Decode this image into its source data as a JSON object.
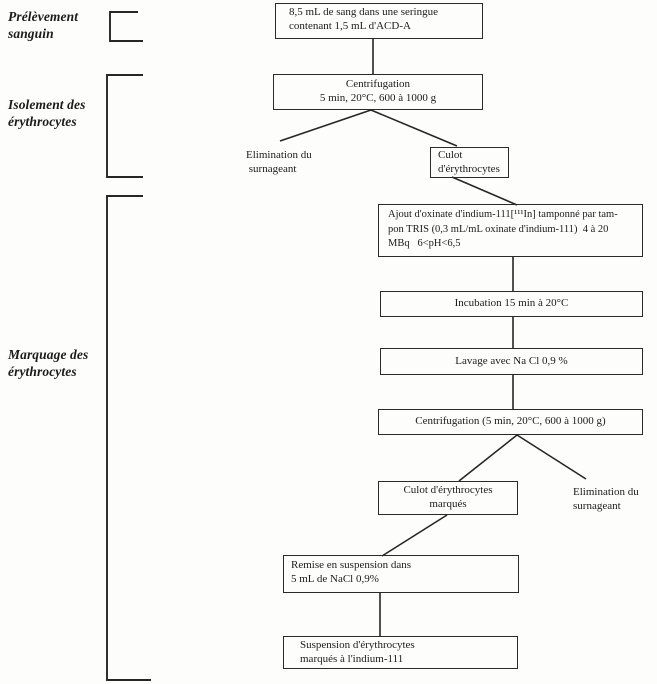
{
  "diagram": {
    "title_semantic": "Protocole de marquage des érythrocytes à l'indium-111",
    "ink_color": "#262626",
    "background_color": "#fdfdfb",
    "stages": [
      {
        "label": "Prélèvement\nsanguin"
      },
      {
        "label": "Isolement des\nérythrocytes"
      },
      {
        "label": "Marquage des\nérythrocytes"
      }
    ],
    "nodes": {
      "blood_sample": "8,5 mL de sang dans une seringue\ncontenant 1,5 mL d'ACD-A",
      "centrifugation_1": "Centrifugation\n5 min, 20°C, 600 à 1000 g",
      "supernatant_removal_1": "Elimination du\n surnageant",
      "erythrocyte_pellet": "Culot\nd'érythrocytes",
      "indium_oxine_addition": "Ajout d'oxinate d'indium-111[¹¹¹In] tamponné par tam-\npon TRIS (0,3 mL/mL oxinate d'indium-111)  4 à 20\nMBq   6<pH<6,5",
      "incubation": "Incubation 15 min à 20°C",
      "washing": "Lavage avec Na Cl 0,9 %",
      "centrifugation_2": "Centrifugation (5 min, 20°C, 600 à 1000 g)",
      "labeled_pellet": "Culot d'érythrocytes\nmarqués",
      "supernatant_removal_2": "Elimination du\nsurnageant",
      "resuspension": "Remise en suspension dans\n5 mL de NaCl 0,9%",
      "final_suspension": "Suspension d'érythrocytes\nmarqués à l'indium-111"
    }
  }
}
